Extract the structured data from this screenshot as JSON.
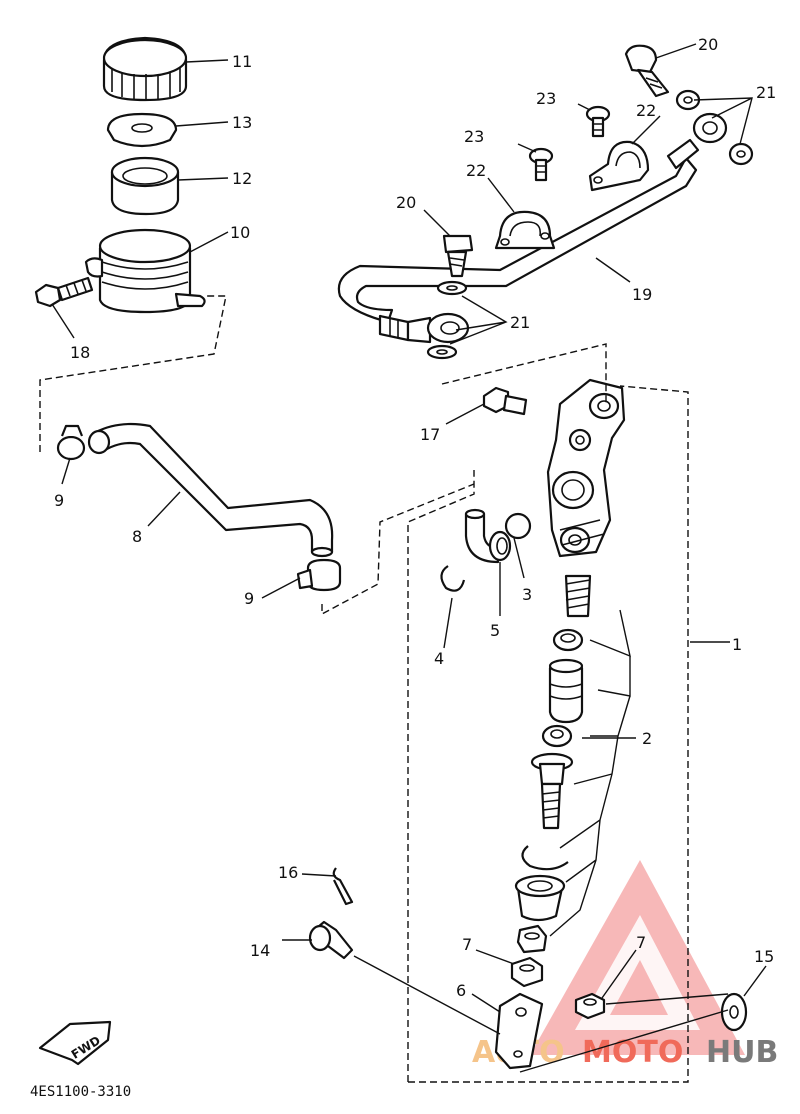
{
  "diagram_code": "4ES1100-3310",
  "fwd_label": "FWD",
  "watermark": {
    "part1": "AUTO",
    "part2": "MOTO",
    "part3": "HUB",
    "color_auto": "#f5c48a",
    "color_moto": "#f06a5a",
    "color_hub": "#7a7a7a"
  },
  "callouts": {
    "c1": "1",
    "c2": "2",
    "c3": "3",
    "c4": "4",
    "c5": "5",
    "c6": "6",
    "c7a": "7",
    "c7b": "7",
    "c8": "8",
    "c9a": "9",
    "c9b": "9",
    "c10": "10",
    "c11": "11",
    "c12": "12",
    "c13": "13",
    "c14": "14",
    "c15": "15",
    "c16": "16",
    "c17": "17",
    "c18": "18",
    "c19": "19",
    "c20a": "20",
    "c20b": "20",
    "c21a": "21",
    "c21b": "21",
    "c22a": "22",
    "c22b": "22",
    "c23a": "23",
    "c23b": "23"
  }
}
